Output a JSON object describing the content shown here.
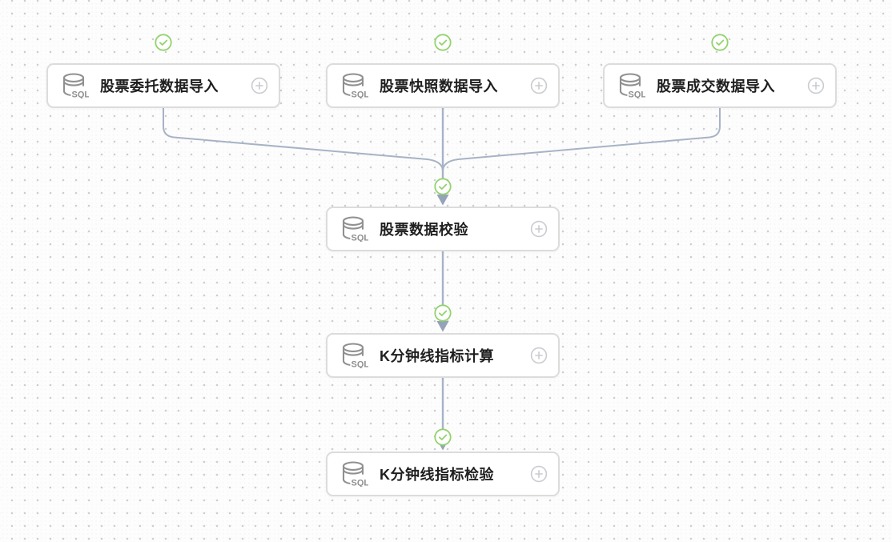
{
  "canvas": {
    "description": "workflow DAG editor canvas with dotted grid",
    "background": "#fdfdfd",
    "dot_color": "#cbccd0"
  },
  "node_type_label": "SQL",
  "nodes": [
    {
      "id": "node-1",
      "label": "股票委托数据导入",
      "type": "SQL",
      "status": "success"
    },
    {
      "id": "node-2",
      "label": "股票快照数据导入",
      "type": "SQL",
      "status": "success"
    },
    {
      "id": "node-3",
      "label": "股票成交数据导入",
      "type": "SQL",
      "status": "success"
    },
    {
      "id": "node-4",
      "label": "股票数据校验",
      "type": "SQL",
      "status": "success"
    },
    {
      "id": "node-5",
      "label": "K分钟线指标计算",
      "type": "SQL",
      "status": "success"
    },
    {
      "id": "node-6",
      "label": "K分钟线指标检验",
      "type": "SQL",
      "status": "success"
    }
  ],
  "edges": [
    {
      "from": "股票委托数据导入",
      "to": "股票数据校验"
    },
    {
      "from": "股票快照数据导入",
      "to": "股票数据校验"
    },
    {
      "from": "股票成交数据导入",
      "to": "股票数据校验"
    },
    {
      "from": "股票数据校验",
      "to": "K分钟线指标计算"
    },
    {
      "from": "K分钟线指标计算",
      "to": "K分钟线指标检验"
    }
  ],
  "colors": {
    "edge_line": "#a7b3c5",
    "edge_arrow": "#94a3b8",
    "node_border": "#dcdcdc",
    "node_text": "#1f1f1f",
    "icon_gray": "#909090",
    "plus_gray": "#c9ccd1",
    "status_success_green": "#93d26d"
  }
}
